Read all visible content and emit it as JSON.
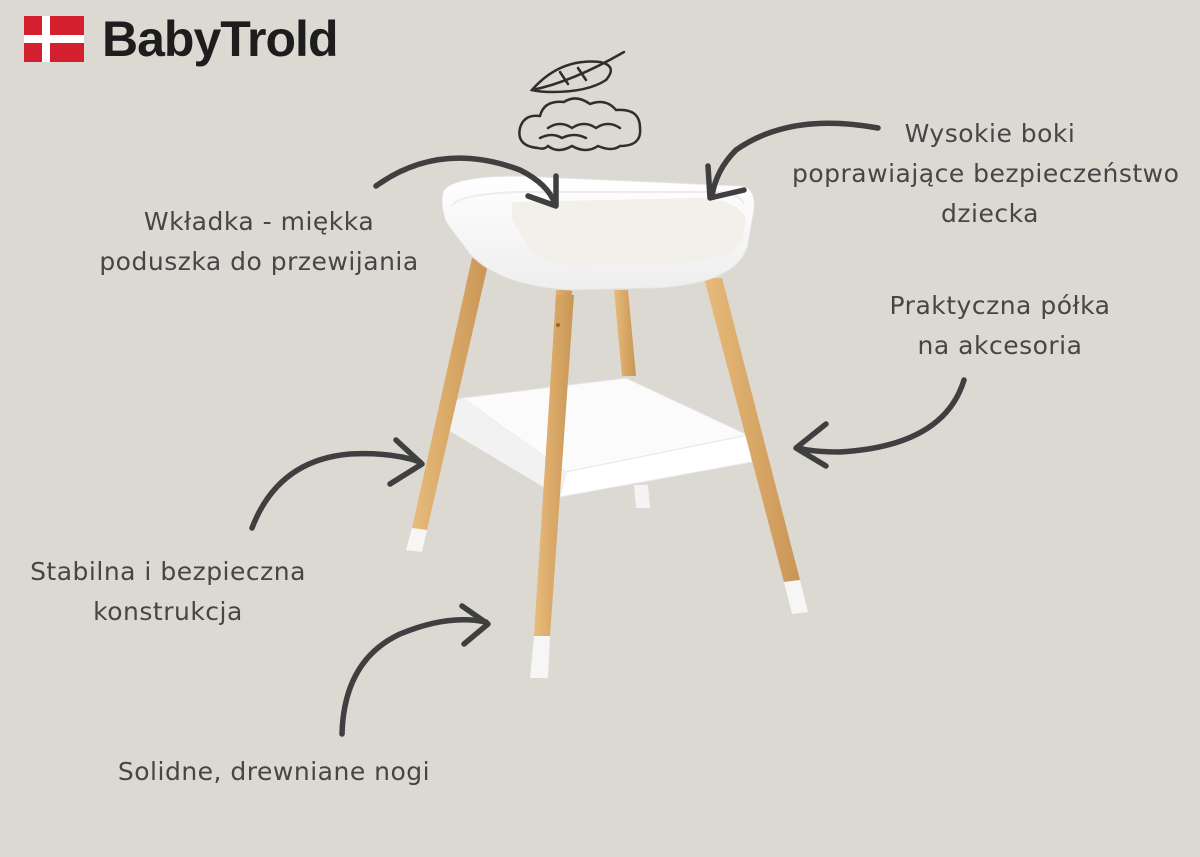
{
  "brand": {
    "name": "BabyTrold",
    "flag_colors": {
      "red": "#d4202e",
      "white": "#ffffff"
    }
  },
  "annotations": {
    "insert": {
      "lines": [
        "Wkładka - miękka",
        "poduszka do przewijania"
      ]
    },
    "high_sides": {
      "lines": [
        "Wysokie boki",
        "poprawiające bezpieczeństwo",
        "dziecka"
      ]
    },
    "shelf": {
      "lines": [
        "Praktyczna półka",
        "na akcesoria"
      ]
    },
    "stable": {
      "lines": [
        "Stabilna i bezpieczna",
        "konstrukcja"
      ]
    },
    "legs": {
      "lines": [
        "Solidne, drewniane nogi"
      ]
    }
  },
  "colors": {
    "background": "#dcd8d2",
    "arrow": "#3f3f3f",
    "wood": "#d9a867",
    "table_white": "#ffffff"
  },
  "icons": [
    "feather-icon",
    "cloud-icon"
  ]
}
